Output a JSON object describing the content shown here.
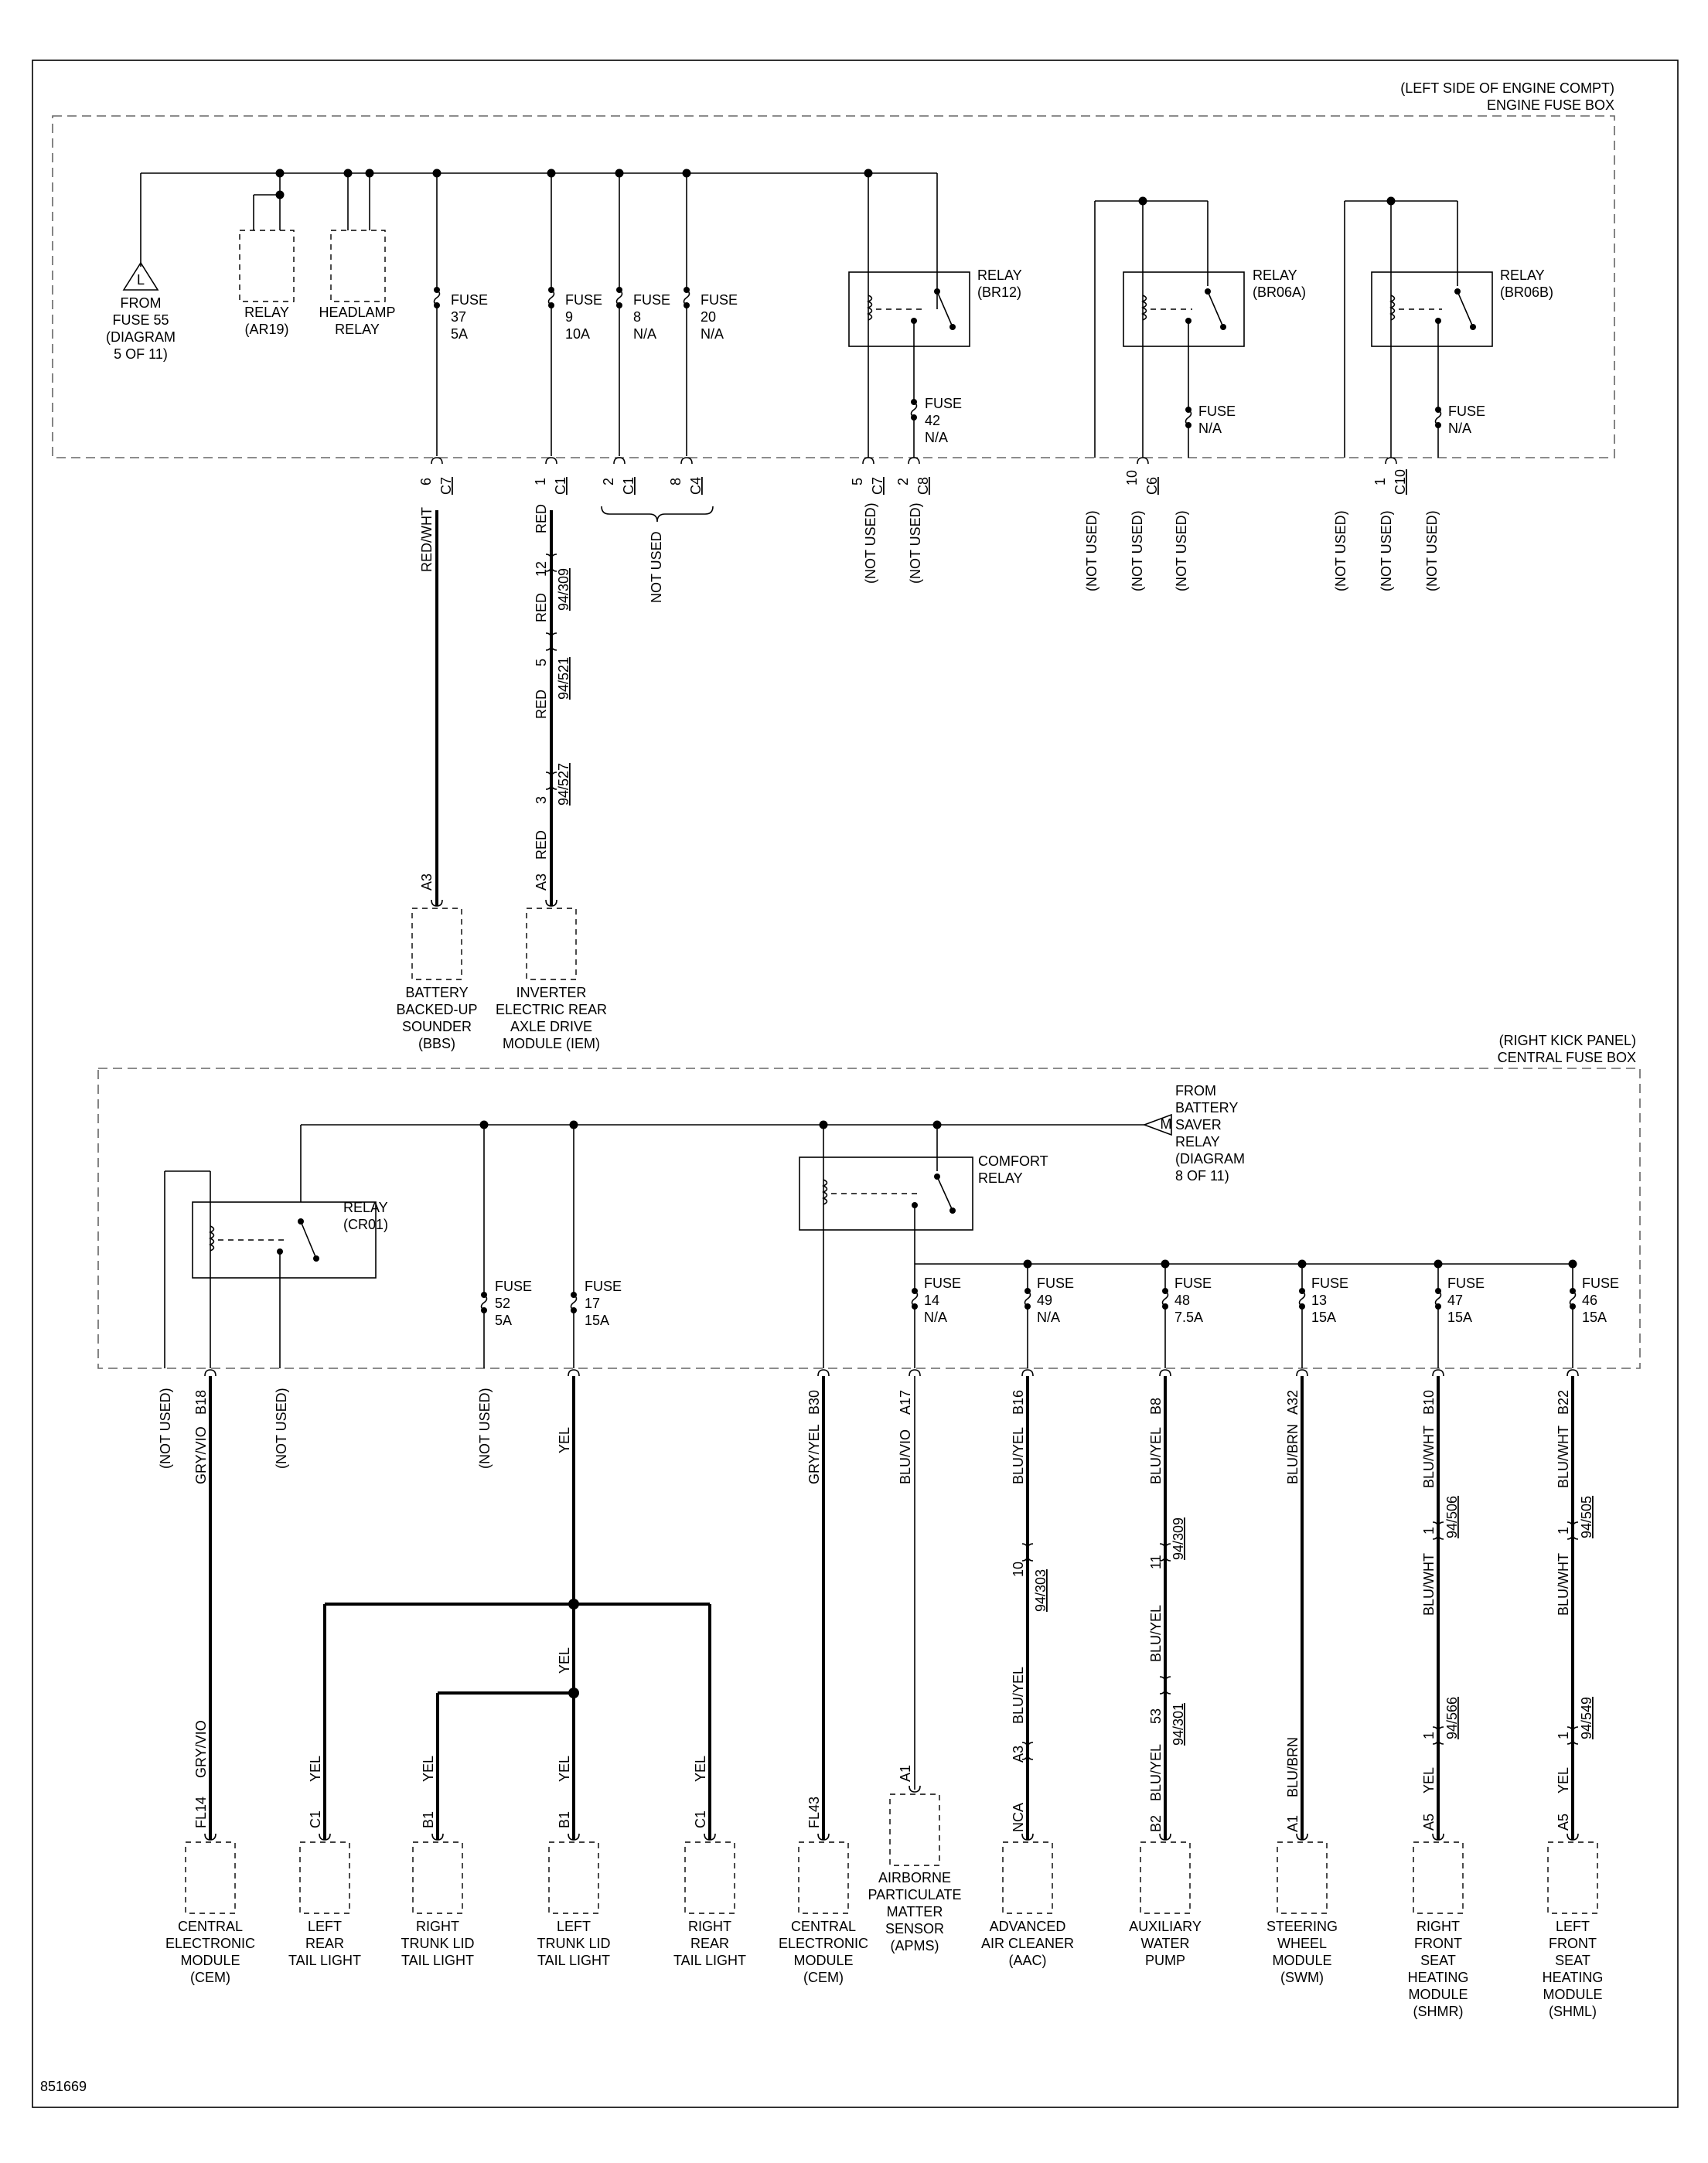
{
  "figure_id": "851669",
  "engine_box": {
    "location": "(LEFT SIDE OF ENGINE COMPT)",
    "name": "ENGINE FUSE BOX",
    "source": {
      "symbol": "L",
      "lines": [
        "FROM",
        "FUSE 55",
        "(DIAGRAM",
        "5 OF 11)"
      ]
    },
    "relays": [
      {
        "lines": [
          "RELAY",
          "(AR19)"
        ]
      },
      {
        "lines": [
          "HEADLAMP",
          "RELAY"
        ]
      },
      {
        "lines": [
          "RELAY",
          "(BR12)"
        ]
      },
      {
        "lines": [
          "RELAY",
          "(BR06A)"
        ]
      },
      {
        "lines": [
          "RELAY",
          "(BR06B)"
        ]
      }
    ],
    "fuses": [
      {
        "lines": [
          "FUSE",
          "37",
          "5A"
        ]
      },
      {
        "lines": [
          "FUSE",
          "9",
          "10A"
        ]
      },
      {
        "lines": [
          "FUSE",
          "8",
          "N/A"
        ]
      },
      {
        "lines": [
          "FUSE",
          "20",
          "N/A"
        ]
      },
      {
        "lines": [
          "FUSE",
          "42",
          "N/A"
        ]
      },
      {
        "lines": [
          "FUSE",
          "N/A"
        ]
      },
      {
        "lines": [
          "FUSE",
          "N/A"
        ]
      }
    ],
    "pins": [
      {
        "pin": "6",
        "conn": "C7"
      },
      {
        "pin": "1",
        "conn": "C1"
      },
      {
        "pin": "2",
        "conn": "C1"
      },
      {
        "pin": "8",
        "conn": "C4"
      },
      {
        "pin": "5",
        "conn": "C7"
      },
      {
        "pin": "2",
        "conn": "C8"
      },
      {
        "pin": "10",
        "conn": "C6"
      },
      {
        "pin": "1",
        "conn": "C10"
      }
    ],
    "not_used": "NOT USED",
    "not_used_paren": "(NOT USED)"
  },
  "upper_circuits": {
    "bbs_wire": "RED/WHT",
    "iem_wires": [
      "RED",
      "RED",
      "RED",
      "RED"
    ],
    "iem_inline": [
      {
        "pin": "12",
        "conn": "94/309"
      },
      {
        "pin": "5",
        "conn": "94/521"
      },
      {
        "pin": "3",
        "conn": "94/527"
      }
    ],
    "components": [
      {
        "pin": "A3",
        "lines": [
          "BATTERY",
          "BACKED-UP",
          "SOUNDER",
          "(BBS)"
        ]
      },
      {
        "pin": "A3",
        "lines": [
          "INVERTER",
          "ELECTRIC REAR",
          "AXLE DRIVE",
          "MODULE (IEM)"
        ]
      }
    ]
  },
  "central_box": {
    "location": "(RIGHT KICK PANEL)",
    "name": "CENTRAL FUSE BOX",
    "source": {
      "symbol": "M",
      "lines": [
        "FROM",
        "BATTERY",
        "SAVER",
        "RELAY",
        "(DIAGRAM",
        "8 OF 11)"
      ]
    },
    "relays": [
      {
        "lines": [
          "RELAY",
          "(CR01)"
        ]
      },
      {
        "lines": [
          "COMFORT",
          "RELAY"
        ]
      }
    ],
    "fuses": [
      {
        "lines": [
          "FUSE",
          "52",
          "5A"
        ]
      },
      {
        "lines": [
          "FUSE",
          "17",
          "15A"
        ]
      },
      {
        "lines": [
          "FUSE",
          "14",
          "N/A"
        ]
      },
      {
        "lines": [
          "FUSE",
          "49",
          "N/A"
        ]
      },
      {
        "lines": [
          "FUSE",
          "48",
          "7.5A"
        ]
      },
      {
        "lines": [
          "FUSE",
          "13",
          "15A"
        ]
      },
      {
        "lines": [
          "FUSE",
          "47",
          "15A"
        ]
      },
      {
        "lines": [
          "FUSE",
          "46",
          "15A"
        ]
      }
    ]
  },
  "lower_circuits": {
    "not_used_paren": "(NOT USED)",
    "cem1": {
      "pin": "B18",
      "wire": "GRY/VIO",
      "end_wire": "GRY/VIO",
      "end_pin": "FL14"
    },
    "fuse17_wire": "YEL",
    "lights": [
      {
        "pin": "C1",
        "wire": "YEL",
        "lines": [
          "LEFT",
          "REAR",
          "TAIL LIGHT"
        ]
      },
      {
        "pin": "B1",
        "wire": "YEL",
        "lines": [
          "RIGHT",
          "TRUNK LID",
          "TAIL LIGHT"
        ]
      },
      {
        "pin": "B1",
        "wire": "YEL",
        "lines": [
          "LEFT",
          "TRUNK LID",
          "TAIL LIGHT"
        ]
      },
      {
        "pin": "C1",
        "wire": "YEL",
        "lines": [
          "RIGHT",
          "REAR",
          "TAIL LIGHT"
        ]
      }
    ],
    "cem2": {
      "pin": "B30",
      "wire": "GRY/YEL",
      "end_pin": "FL43",
      "lines": [
        "CENTRAL",
        "ELECTRONIC",
        "MODULE",
        "(CEM)"
      ]
    },
    "cem1_lines": [
      "CENTRAL",
      "ELECTRONIC",
      "MODULE",
      "(CEM)"
    ],
    "apms": {
      "pin": "A17",
      "wire": "BLU/VIO",
      "end_pin": "A1",
      "lines": [
        "AIRBORNE",
        "PARTICULATE",
        "MATTER",
        "SENSOR",
        "(APMS)"
      ]
    },
    "aac": {
      "pin": "B16",
      "wire": "BLU/YEL",
      "inline_pin": "10",
      "inline_conn": "94/303",
      "wire2": "BLU/YEL",
      "inline2_pin": "A3",
      "end_pin": "NCA",
      "lines": [
        "ADVANCED",
        "AIR CLEANER",
        "(AAC)"
      ]
    },
    "pump": {
      "pin": "B8",
      "wire": "BLU/YEL",
      "inline_pin": "11",
      "inline_conn": "94/309",
      "wire2": "BLU/YEL",
      "inline2_pin": "53",
      "inline2_conn": "94/301",
      "wire3": "BLU/YEL",
      "end_pin": "B2",
      "lines": [
        "AUXILIARY",
        "WATER",
        "PUMP"
      ]
    },
    "swm": {
      "pin": "A32",
      "wire": "BLU/BRN",
      "end_wire": "BLU/BRN",
      "end_pin": "A1",
      "lines": [
        "STEERING",
        "WHEEL",
        "MODULE",
        "(SWM)"
      ]
    },
    "shmr": {
      "pin": "B10",
      "wire": "BLU/WHT",
      "inline_pin": "1",
      "inline_conn": "94/506",
      "wire2": "BLU/WHT",
      "inline2_pin": "1",
      "inline2_conn": "94/566",
      "wire3": "YEL",
      "end_pin": "A5",
      "lines": [
        "RIGHT",
        "FRONT",
        "SEAT",
        "HEATING",
        "MODULE",
        "(SHMR)"
      ]
    },
    "shml": {
      "pin": "B22",
      "wire": "BLU/WHT",
      "inline_pin": "1",
      "inline_conn": "94/505",
      "wire2": "BLU/WHT",
      "inline2_pin": "1",
      "inline2_conn": "94/549",
      "wire3": "YEL",
      "end_pin": "A5",
      "lines": [
        "LEFT",
        "FRONT",
        "SEAT",
        "HEATING",
        "MODULE",
        "(SHML)"
      ]
    }
  }
}
